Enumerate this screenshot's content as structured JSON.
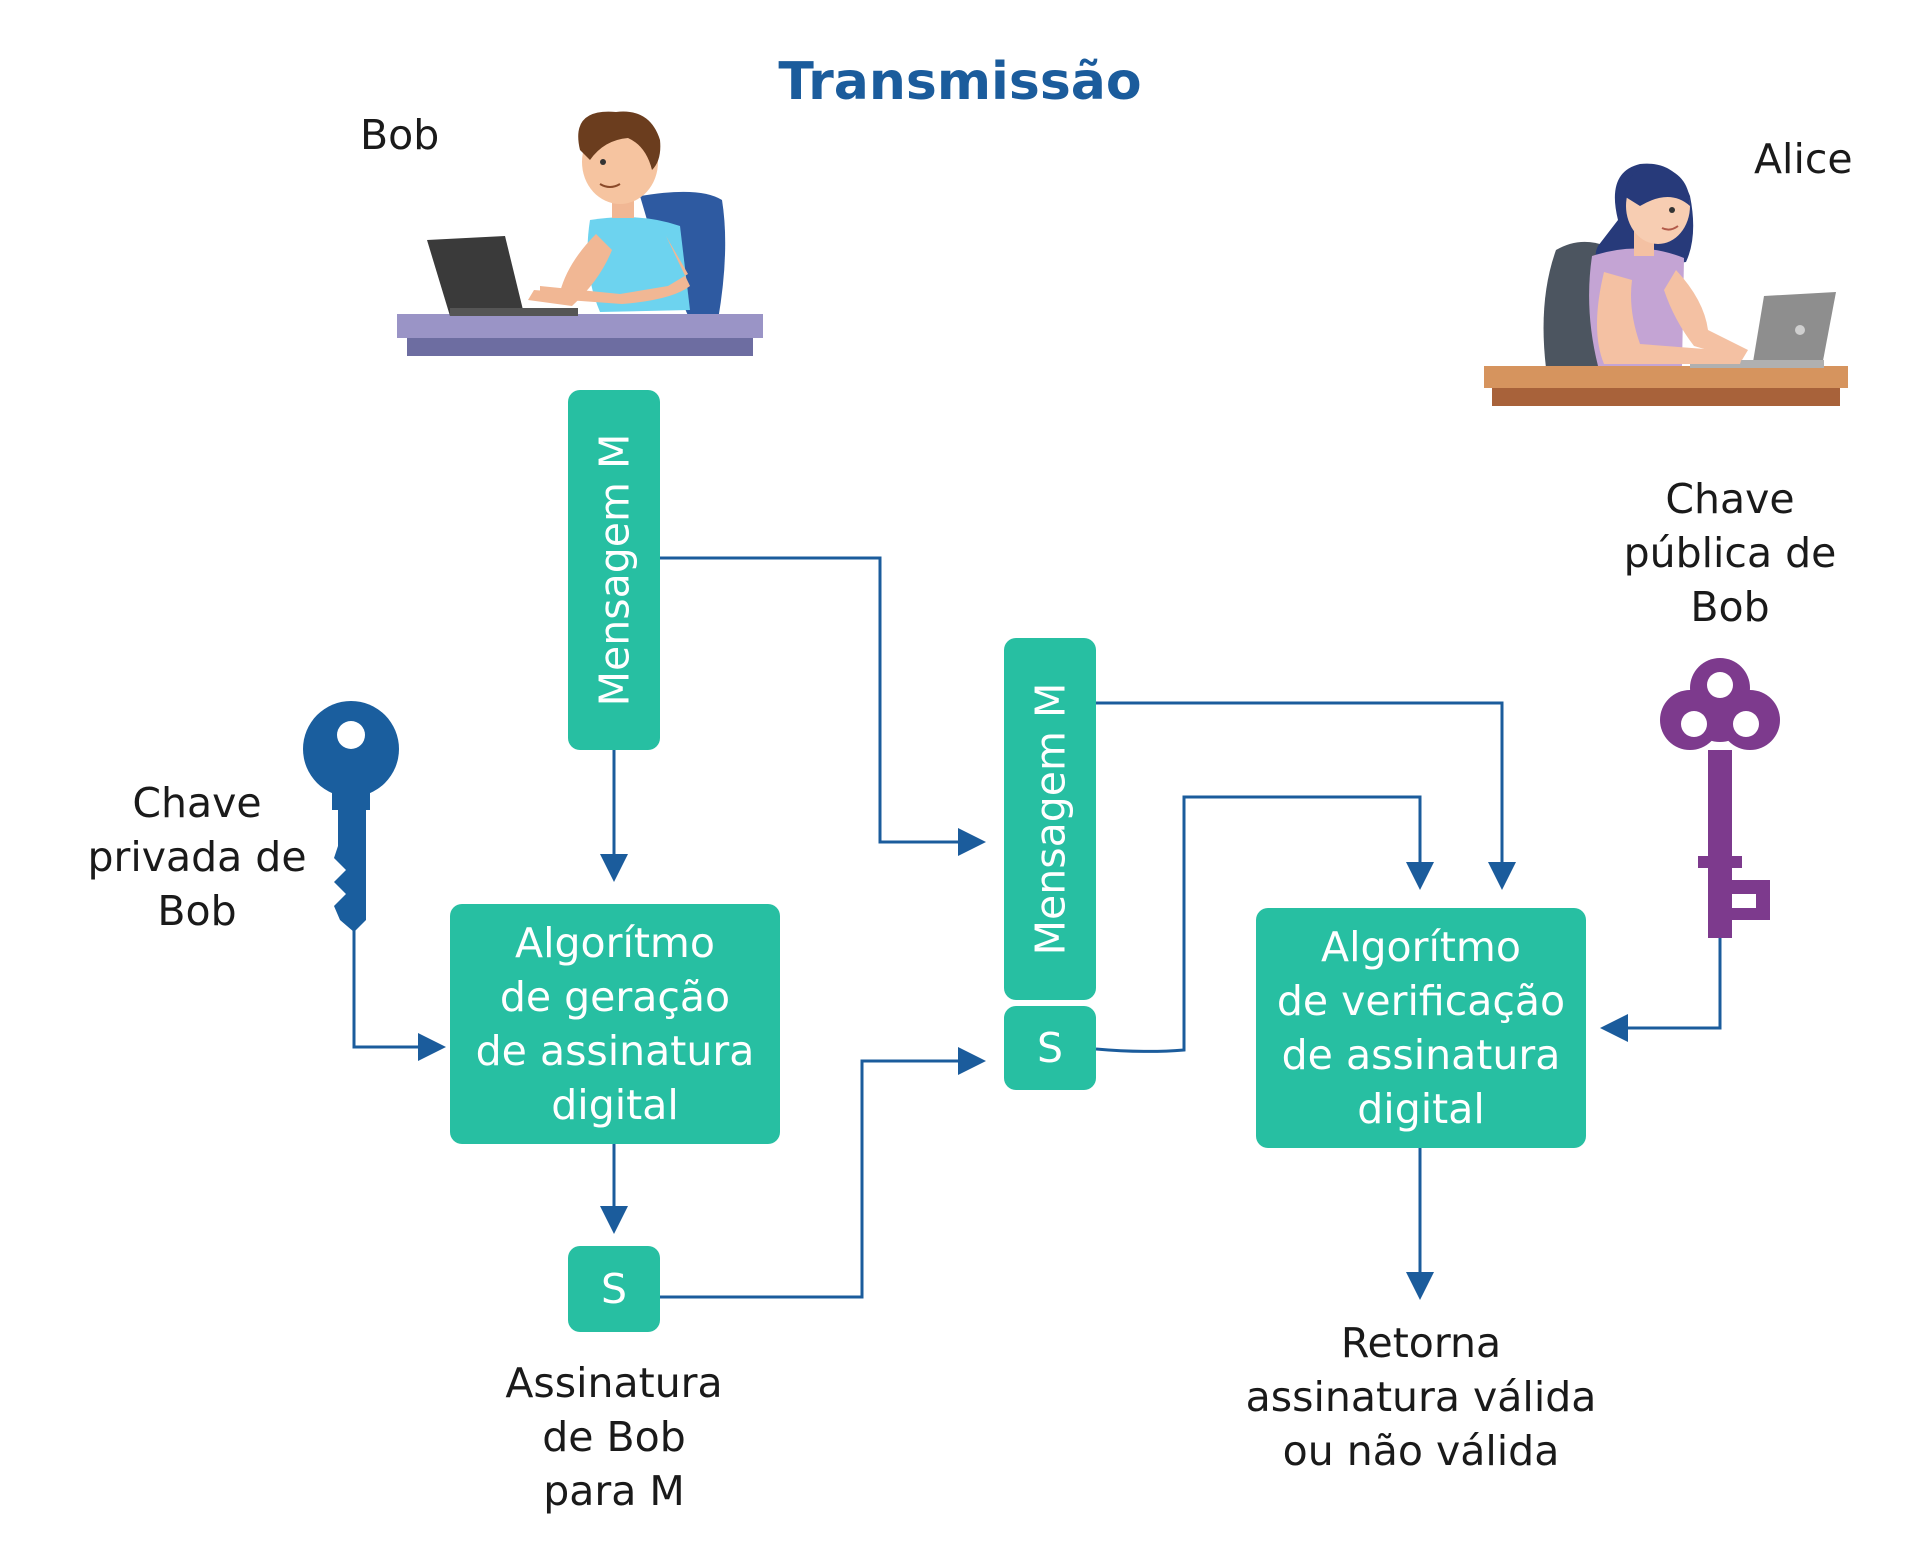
{
  "title": "Transmissão",
  "people": {
    "bob": "Bob",
    "alice": "Alice"
  },
  "keys": {
    "private": [
      "Chave",
      "privada de",
      "Bob"
    ],
    "public": [
      "Chave",
      "pública de",
      "Bob"
    ]
  },
  "boxes": {
    "message_top": "Mensagem M",
    "message_mid": "Mensagem M",
    "signature_bottom": "S",
    "signature_mid": "S",
    "generation": [
      "Algorítmo",
      "de geração",
      "de assinatura",
      "digital"
    ],
    "verification": [
      "Algorítmo",
      "de verificação",
      "de assinatura",
      "digital"
    ]
  },
  "captions": {
    "signature": [
      "Assinatura",
      "de Bob",
      "para M"
    ],
    "result": [
      "Retorna",
      "assinatura válida",
      "ou não válida"
    ]
  },
  "colors": {
    "box": "#27bfa2",
    "arrow": "#1b5c9c",
    "title": "#1b5c9c",
    "private_key": "#1a5e9e",
    "public_key": "#7d3a8d"
  }
}
